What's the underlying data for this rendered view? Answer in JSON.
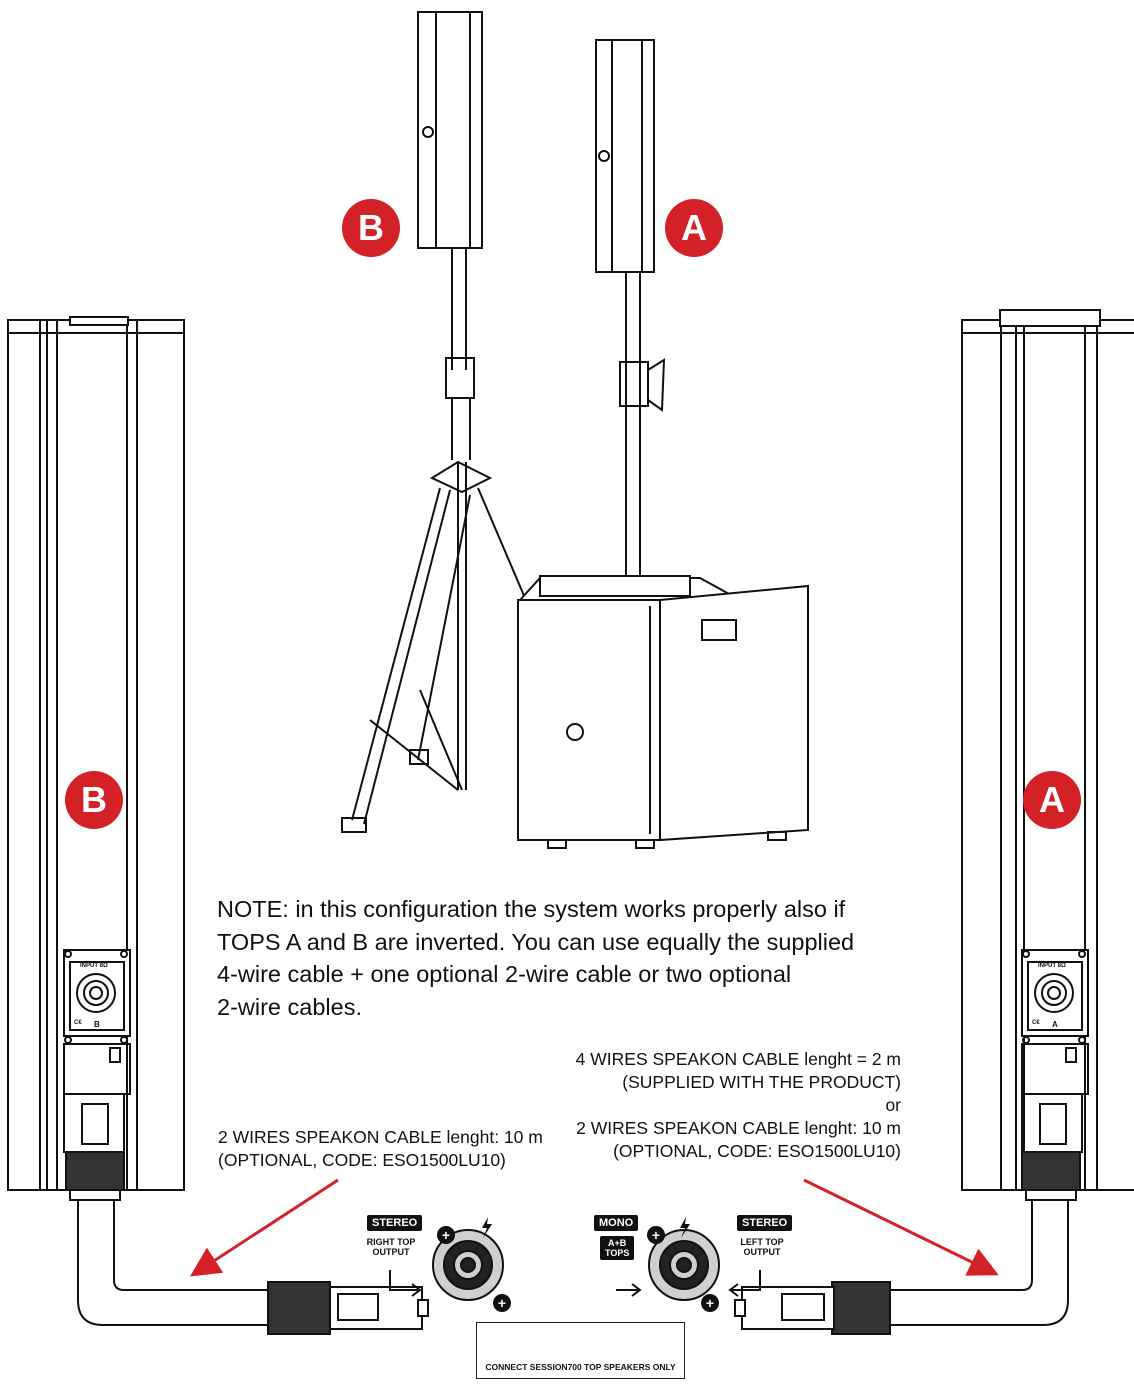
{
  "labels": {
    "top_b": "B",
    "top_a": "A",
    "side_b": "B",
    "side_a": "A"
  },
  "note_lines": [
    "NOTE: in this configuration the system works properly also if",
    "TOPS A and B are inverted. You can use equally the supplied",
    "4-wire cable + one optional 2-wire cable or two optional",
    "2-wire cables."
  ],
  "cable_left": {
    "lines": [
      "2 WIRES SPEAKON CABLE lenght: 10 m",
      "(OPTIONAL, CODE: ESO1500LU10)"
    ]
  },
  "cable_right": {
    "lines": [
      "4 WIRES SPEAKON CABLE lenght = 2 m",
      "(SUPPLIED WITH THE PRODUCT)",
      "or",
      "2 WIRES SPEAKON CABLE lenght: 10 m",
      "(OPTIONAL, CODE: ESO1500LU10)"
    ]
  },
  "panel": {
    "stereo_left_tag": "STEREO",
    "right_top_output": "RIGHT TOP\nOUTPUT",
    "mono_tag": "MONO",
    "ab_tops": "A+B\nTOPS",
    "stereo_right_tag": "STEREO",
    "left_top_output": "LEFT TOP\nOUTPUT",
    "warning": "CONNECT SESSION700 TOP SPEAKERS ONLY"
  },
  "speaker_plate": {
    "input_left": "INPUT 8Ω",
    "ce_left": "C€",
    "letter_left": "B",
    "input_right": "INPUT 8Ω",
    "ce_right": "C€",
    "letter_right": "A"
  },
  "colors": {
    "badge_red": "#d22227",
    "arrow_red": "#d22227",
    "line": "#111111"
  }
}
